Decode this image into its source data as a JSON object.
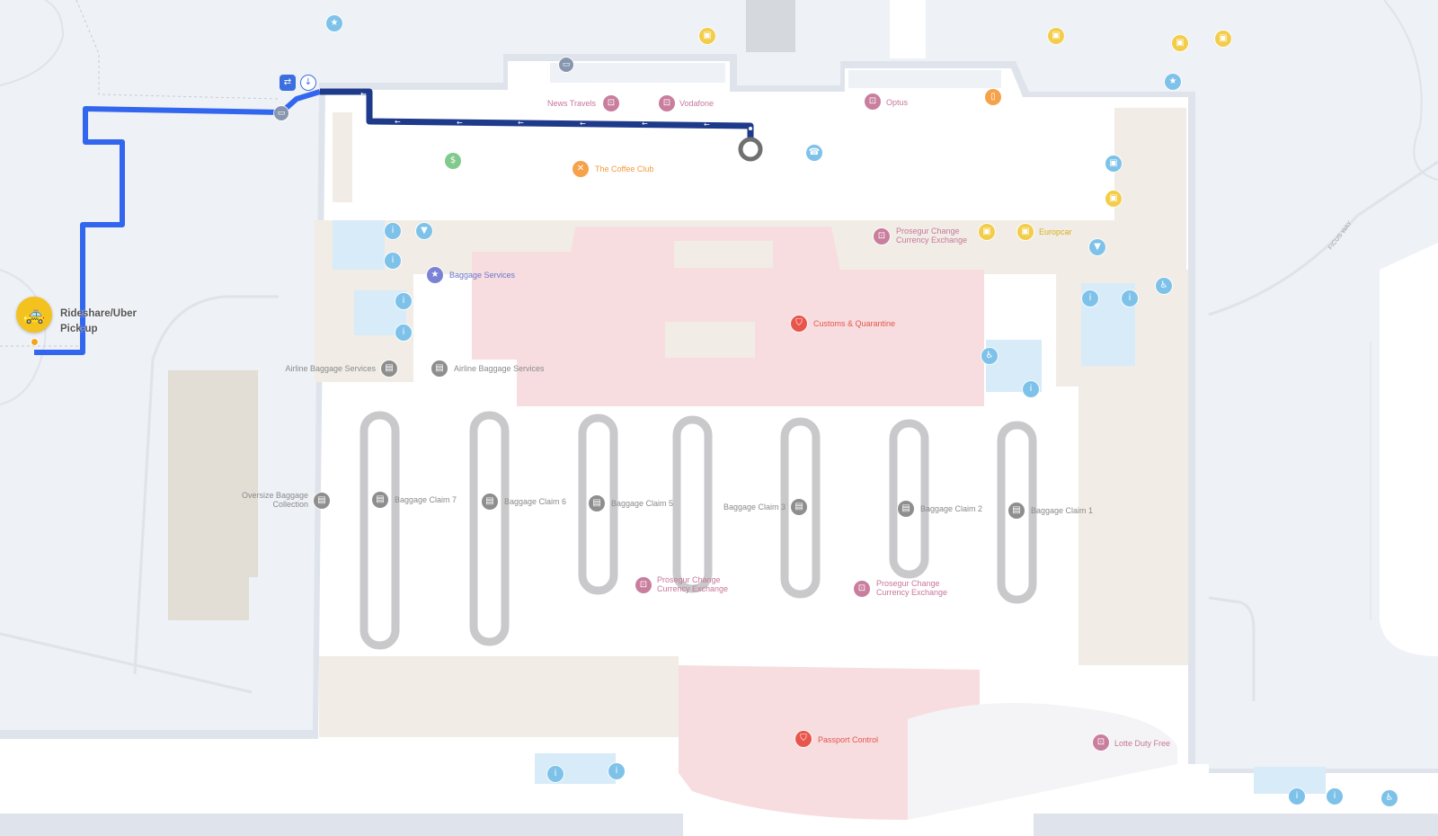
{
  "pickup": {
    "icon": "taxi-icon",
    "line1": "Rideshare/Uber",
    "line2": "Pick-up",
    "color": "#f4c21f"
  },
  "route": {
    "outdoor_color": "#3366ee",
    "indoor_color": "#1e3a8a"
  },
  "shops": {
    "news_travels": "News Travels",
    "vodafone": "Vodafone",
    "optus": "Optus",
    "coffee_club": "The Coffee Club",
    "prosegur_top_1": "Prosegur Change",
    "prosegur_top_2": "Currency Exchange",
    "europcar": "Europcar",
    "baggage_services": "Baggage Services",
    "customs": "Customs & Quarantine",
    "airline_baggage_left": "Airline Baggage Services",
    "airline_baggage_right": "Airline Baggage Services",
    "oversize_1": "Oversize Baggage",
    "oversize_2": "Collection",
    "prosegur_mid_l1": "Prosegur Change",
    "prosegur_mid_l2": "Currency Exchange",
    "prosegur_mid_r1": "Prosegur Change",
    "prosegur_mid_r2": "Currency Exchange",
    "passport": "Passport Control",
    "duty_free": "Lotte Duty Free",
    "street": "FICUS WAY"
  },
  "claims": [
    {
      "label": "Baggage Claim 7"
    },
    {
      "label": "Baggage Claim 6"
    },
    {
      "label": "Baggage Claim 5"
    },
    {
      "label": "Baggage Claim 3"
    },
    {
      "label": "Baggage Claim 2"
    },
    {
      "label": "Baggage Claim 1"
    }
  ],
  "colors": {
    "customs_area": "#f7dde0",
    "terminal_floor": "#ffffff",
    "outside": "#eef1f6",
    "service_area": "#f1ede6",
    "restroom": "#d8ebf8"
  }
}
